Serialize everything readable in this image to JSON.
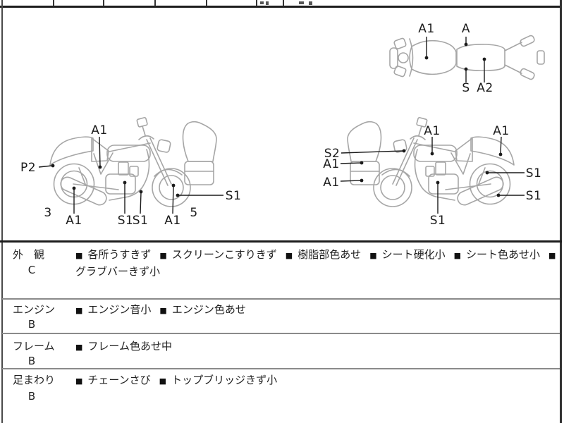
{
  "annotations": {
    "top_view": [
      "A1",
      "A",
      "S",
      "A2"
    ],
    "left_bike": [
      "A1",
      "P2",
      "3",
      "A1",
      "S1",
      "S1",
      "A1",
      "5",
      "S1"
    ],
    "right_bike": [
      "S2",
      "A1",
      "A1",
      "A1",
      "A1",
      "S1",
      "S1",
      "S1"
    ]
  },
  "condition_table": {
    "bullet": "■",
    "rows": [
      {
        "category": "外　観",
        "grade": "C",
        "items": [
          "各所うすきず",
          "スクリーンこすりきず",
          "樹脂部色あせ",
          "シート硬化小",
          "シート色あせ小",
          "グラブバーきず小"
        ]
      },
      {
        "category": "エンジン",
        "grade": "B",
        "items": [
          "エンジン音小",
          "エンジン色あせ"
        ]
      },
      {
        "category": "フレーム",
        "grade": "B",
        "items": [
          "フレーム色あせ中"
        ]
      },
      {
        "category": "足まわり",
        "grade": "B",
        "items": [
          "チェーンさび",
          "トップブリッジきず小"
        ]
      }
    ]
  },
  "colors": {
    "sketch": "#a6a6a6",
    "ink": "#1b1b1b"
  }
}
